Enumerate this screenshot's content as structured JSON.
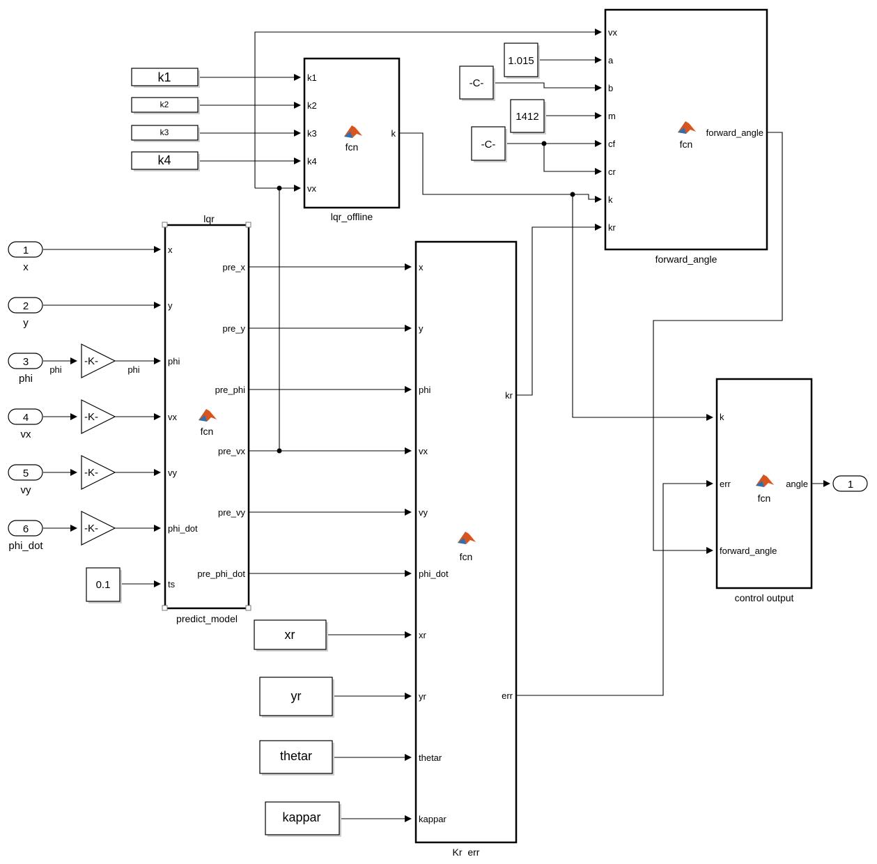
{
  "blocks": {
    "lqr_offline": {
      "name": "lqr_offline",
      "inputs": [
        "k1",
        "k2",
        "k3",
        "k4",
        "vx"
      ],
      "outputs": [
        "k"
      ],
      "fcn": "fcn"
    },
    "forward_angle": {
      "name": "forward_angle",
      "inputs": [
        "vx",
        "a",
        "b",
        "m",
        "cf",
        "cr",
        "k",
        "kr"
      ],
      "outputs": [
        "forward_angle"
      ],
      "fcn": "fcn"
    },
    "predict_model": {
      "name": "predict_model",
      "top_label": "lqr",
      "inputs": [
        "x",
        "y",
        "phi",
        "vx",
        "vy",
        "phi_dot",
        "ts"
      ],
      "outputs": [
        "pre_x",
        "pre_y",
        "pre_phi",
        "pre_vx",
        "pre_vy",
        "pre_phi_dot"
      ],
      "fcn": "fcn"
    },
    "kr_err": {
      "name": "Kr  err",
      "inputs": [
        "x",
        "y",
        "phi",
        "vx",
        "vy",
        "phi_dot",
        "xr",
        "yr",
        "thetar",
        "kappar"
      ],
      "outputs": [
        "kr",
        "err"
      ],
      "fcn": "fcn"
    },
    "control_output": {
      "name": "control output",
      "inputs": [
        "k",
        "err",
        "forward_angle"
      ],
      "outputs": [
        "angle"
      ],
      "fcn": "fcn"
    }
  },
  "goto_tags": {
    "k1": "k1",
    "k2": "k2",
    "k3": "k3",
    "k4": "k4",
    "xr": "xr",
    "yr": "yr",
    "thetar": "thetar",
    "kappar": "kappar"
  },
  "constants": {
    "a": "1.015",
    "b": "-C-",
    "m": "1412",
    "cf": "-C-",
    "ts": "0.1"
  },
  "inports": [
    {
      "num": "1",
      "name": "x"
    },
    {
      "num": "2",
      "name": "y"
    },
    {
      "num": "3",
      "name": "phi"
    },
    {
      "num": "4",
      "name": "vx"
    },
    {
      "num": "5",
      "name": "vy"
    },
    {
      "num": "6",
      "name": "phi_dot"
    }
  ],
  "gains": [
    "-K-",
    "-K-",
    "-K-",
    "-K-"
  ],
  "signal_labels": {
    "phi_in": "phi",
    "phi_out": "phi"
  },
  "outport": {
    "num": "1"
  }
}
